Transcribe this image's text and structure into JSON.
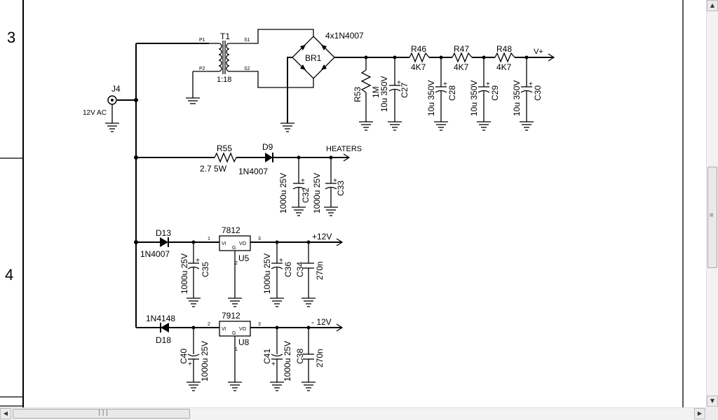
{
  "sheet": {
    "row_3": "3",
    "row_4": "4"
  },
  "components": {
    "transformer": {
      "ref": "T1",
      "ratio": "1:18",
      "p1": "P1",
      "p2": "P2",
      "s1": "S1",
      "s2": "S2"
    },
    "bridge": {
      "ref": "BR1",
      "part": "4x1N4007"
    },
    "connector": {
      "ref": "J4",
      "label": "12V AC"
    },
    "r46": {
      "ref": "R46",
      "value": "4K7"
    },
    "r47": {
      "ref": "R47",
      "value": "4K7"
    },
    "r48": {
      "ref": "R48",
      "value": "4K7"
    },
    "r53": {
      "ref": "R53",
      "value": "1M"
    },
    "c27": {
      "ref": "C27",
      "value": "10u 350V"
    },
    "c28": {
      "ref": "C28",
      "value": "10u 350V"
    },
    "c29": {
      "ref": "C29",
      "value": "10u 350V"
    },
    "c30": {
      "ref": "C30",
      "value": "10u 350V"
    },
    "r55": {
      "ref": "R55",
      "value": "2.7  5W"
    },
    "d9": {
      "ref": "D9",
      "part": "1N4007"
    },
    "c32": {
      "ref": "C32",
      "value": "1000u 25V"
    },
    "c33": {
      "ref": "C33",
      "value": "1000u 25V"
    },
    "d13": {
      "ref": "D13",
      "part": "1N4007"
    },
    "u5": {
      "ref": "U5",
      "part": "7812",
      "vi": "VI",
      "vo": "VO",
      "g": "G",
      "pin_in": "1",
      "pin_gnd": "2",
      "pin_out": "3"
    },
    "c35": {
      "ref": "C35",
      "value": "1000u 25V"
    },
    "c36": {
      "ref": "C36",
      "value": "1000u 25V"
    },
    "c34": {
      "ref": "C34",
      "value": "270n"
    },
    "d18": {
      "ref": "D18",
      "part": "1N4148"
    },
    "u8": {
      "ref": "U8",
      "part": "7912",
      "vi": "VI",
      "vo": "VO",
      "g": "G",
      "pin_in": "2",
      "pin_gnd": "1",
      "pin_out": "3"
    },
    "c40": {
      "ref": "C40",
      "value": "1000u 25V"
    },
    "c41": {
      "ref": "C41",
      "value": "1000u 25V"
    },
    "c38": {
      "ref": "C38",
      "value": "270n"
    }
  },
  "nets": {
    "vplus": "V+",
    "heaters": "HEATERS",
    "p12": "+12V",
    "m12": "- 12V"
  },
  "scrollbars": {
    "up_icon": "▲",
    "down_icon": "▼",
    "left_icon": "◀",
    "right_icon": "▶",
    "grip": "≡",
    "hgrip": "|||"
  }
}
